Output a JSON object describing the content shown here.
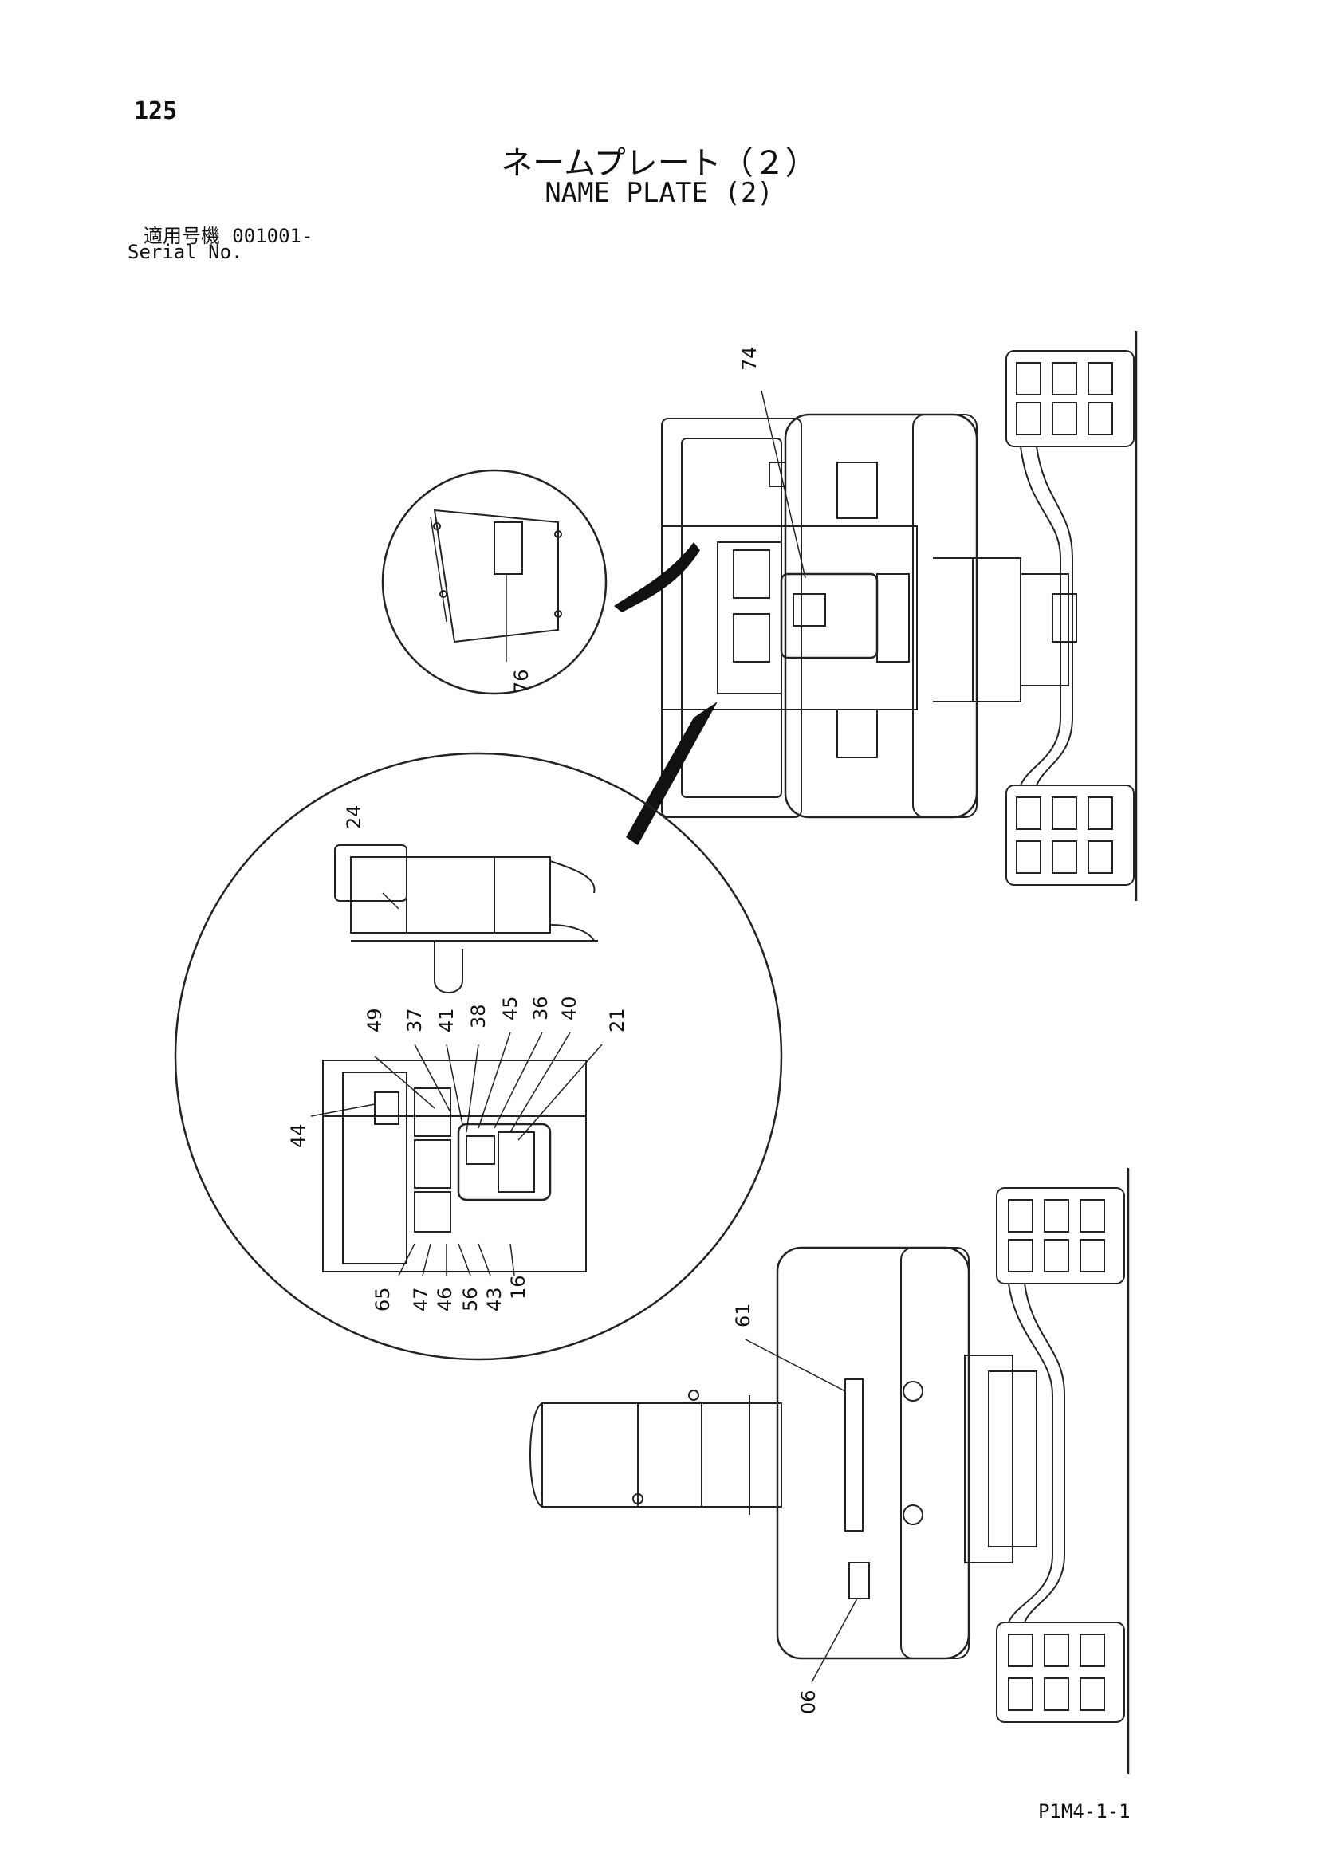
{
  "page_number": "125",
  "title_jp": "ネームプレート（２）",
  "title_en": "NAME PLATE (2)",
  "serial_label_jp": "適用号機",
  "serial_value": "001001-",
  "serial_label_en": "Serial No.",
  "footer_code": "P1M4-1-1",
  "callouts": {
    "c74": "74",
    "c76": "76",
    "c24": "24",
    "c49": "49",
    "c37": "37",
    "c41": "41",
    "c38": "38",
    "c45": "45",
    "c36": "36",
    "c40": "40",
    "c21": "21",
    "c44": "44",
    "c65": "65",
    "c47": "47",
    "c46": "46",
    "c56": "56",
    "c43": "43",
    "c16": "16",
    "c61": "61",
    "c06": "06"
  }
}
